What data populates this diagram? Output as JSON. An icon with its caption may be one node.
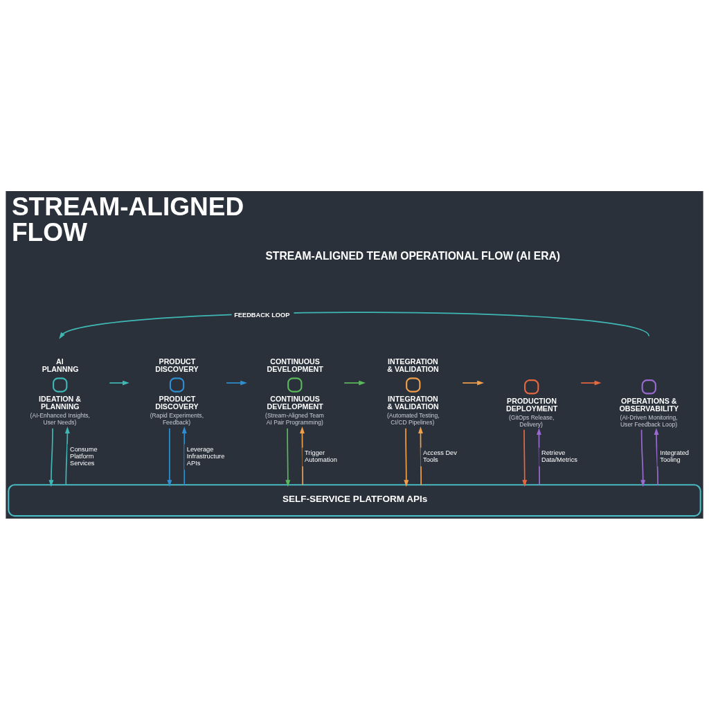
{
  "diagram": {
    "title": "STREAM-ALIGNED FLOW",
    "nodes": [
      {
        "text": [
          "IDEATION & PLANNING",
          "(AI-Enhanced Insights, User Needs)"
        ],
        "beside": [
          "AI PLANNNG"
        ]
      },
      {
        "text": [
          "PRODUCT DISCOVERY",
          "(Rapid Experiments, Feedback)"
        ],
        "beside": [
          "PRODUCT DISCOVERY"
        ]
      },
      {
        "text": [
          "CONTINUOUS DEVELOPMENT",
          "(Stream-Aligned Team AI Pair Programming)"
        ],
        "beside": [
          "CONTINUOUS DEVELOPMENT"
        ]
      },
      {
        "text": [
          "INTEGRATION & VALIDATION",
          "(Automated Testing, CI/CD Pipelines)"
        ],
        "beside": [
          "INTEGRATION & VALIDATION"
        ]
      },
      {
        "text": [
          "PRODUCTION DEPLOYMENT",
          "(GitOps Release, Delivery)"
        ]
      },
      {
        "text": [
          "OPERATIONS & OBSERVABILITY",
          "(AI-Driven Monitoring, User Feedback Loop)"
        ]
      },
      {
        "text": [
          "SELF-SERVICE PLATFORM APIs"
        ]
      }
    ],
    "edges": [
      {
        "from": 0,
        "to": 1,
        "arrow": "to",
        "color": "#3fb8b5"
      },
      {
        "from": 1,
        "to": 2,
        "arrow": "to",
        "color": "#2f8fcf"
      },
      {
        "from": 2,
        "to": 3,
        "arrow": "to",
        "color": "#5cb85c"
      },
      {
        "from": 3,
        "to": 4,
        "arrow": "to",
        "color": "#f0a04b"
      },
      {
        "from": 4,
        "to": 5,
        "arrow": "to",
        "color": "#e8673f"
      },
      {
        "from": 5,
        "to": 0,
        "arrow": "to",
        "label": "FEEDBACK LOOP",
        "color": "#3fb8b5"
      },
      {
        "from": 0,
        "to": 6,
        "arrow": "to",
        "color": "#3fb8b5"
      },
      {
        "from": 6,
        "to": 0,
        "arrow": "to",
        "label": "Consume Platform Services",
        "color": "#3fb8b5"
      },
      {
        "from": 1,
        "to": 6,
        "arrow": "to",
        "color": "#2f8fcf"
      },
      {
        "from": 6,
        "to": 1,
        "arrow": "to",
        "label": "Leverage Infrastructure APIs",
        "color": "#2f8fcf"
      },
      {
        "from": 2,
        "to": 6,
        "arrow": "to",
        "color": "#5cb85c"
      },
      {
        "from": 6,
        "to": 2,
        "arrow": "to",
        "label": "Trigger Automation",
        "color": "#f0a04b"
      },
      {
        "from": 3,
        "to": 6,
        "arrow": "to",
        "color": "#f0a04b"
      },
      {
        "from": 6,
        "to": 3,
        "arrow": "to",
        "label": "Access Dev Tools",
        "color": "#f0a04b"
      },
      {
        "from": 4,
        "to": 6,
        "arrow": "to",
        "color": "#e8673f"
      },
      {
        "from": 6,
        "to": 4,
        "arrow": "to",
        "label": "Retrieve Data/Metrics",
        "color": "#9b6ad0"
      },
      {
        "from": 5,
        "to": 6,
        "arrow": "to",
        "color": "#9b6ad0"
      },
      {
        "from": 6,
        "to": 5,
        "arrow": "to",
        "label": "Integrated Tooling",
        "color": "#9b6ad0"
      }
    ],
    "labels": [
      "STREAM-ALIGNED TEAM OPERATIONAL FLOW (AI ERA)"
    ]
  }
}
